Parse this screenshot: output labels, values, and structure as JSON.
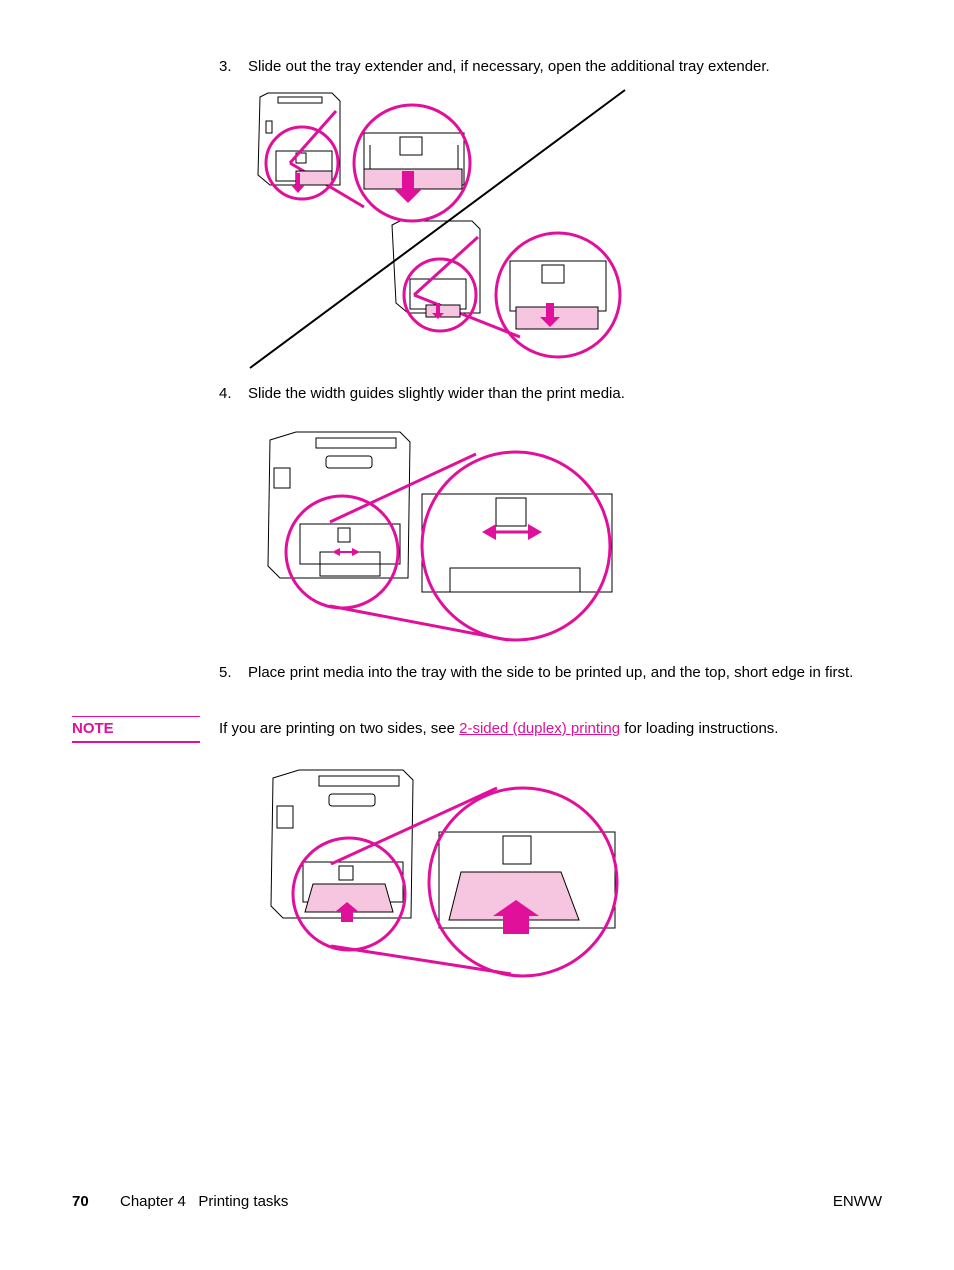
{
  "steps": [
    {
      "number": "3.",
      "text": "Slide out the tray extender and, if necessary, open the additional tray extender."
    },
    {
      "number": "4.",
      "text": "Slide the width guides slightly wider than the print media."
    },
    {
      "number": "5.",
      "text": "Place print media into the tray with the side to be printed up, and the top, short edge in first."
    }
  ],
  "note": {
    "label": "NOTE",
    "text_before": "If you are printing on two sides, see ",
    "link_text": "2-sided (duplex) printing",
    "text_after": " for loading instructions."
  },
  "footer": {
    "page_number": "70",
    "chapter": "Chapter 4   Printing tasks",
    "right": "ENWW"
  },
  "colors": {
    "accent": "#e0109b",
    "paper": "#f6c6e0"
  }
}
